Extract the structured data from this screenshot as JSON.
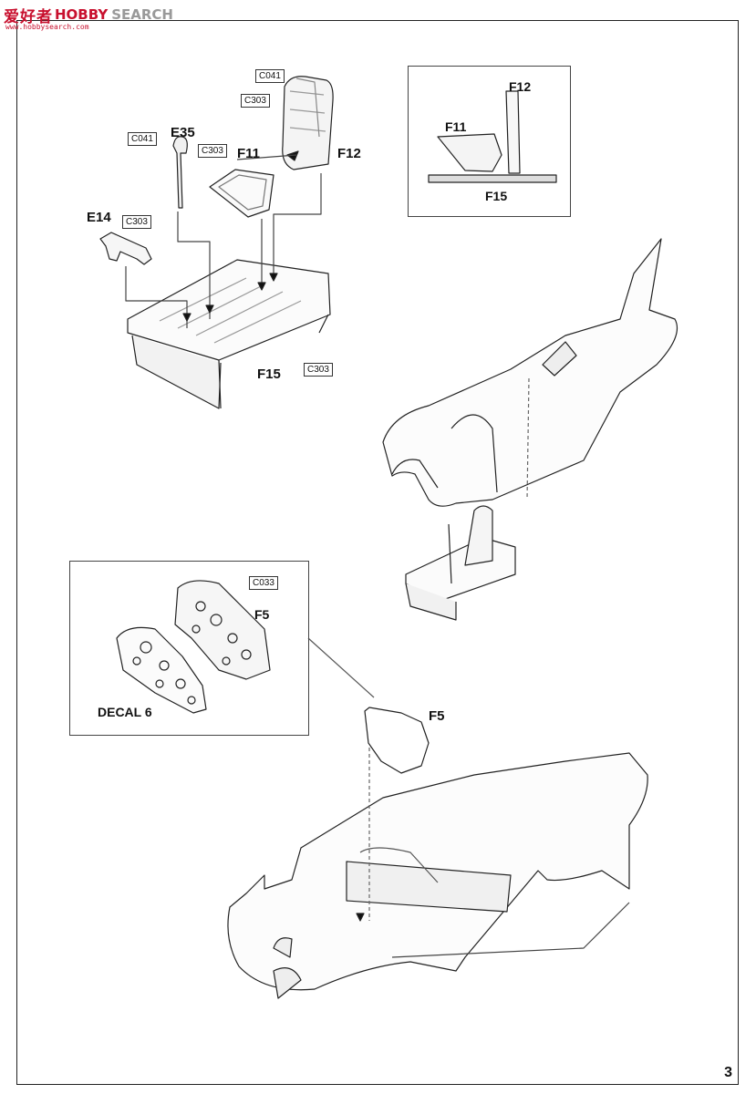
{
  "watermark": {
    "cn": "爱好者",
    "hobby": "HOBBY",
    "search": "SEARCH",
    "url": "www.hobbysearch.com"
  },
  "parts": {
    "e35": "E35",
    "e14": "E14",
    "f11": "F11",
    "f12": "F12",
    "f15": "F15",
    "f5": "F5"
  },
  "inset_top": {
    "f12": "F12",
    "f11": "F11",
    "f15": "F15"
  },
  "inset_bottom": {
    "f5": "F5",
    "decal": "DECAL 6",
    "c033": "C033"
  },
  "colors": {
    "c041_seat_top": "C041",
    "c303_seat": "C303",
    "c041_stick": "C041",
    "c303_stick": "C303",
    "c303_e14": "C303",
    "c303_floor": "C303"
  },
  "page_number": "3"
}
